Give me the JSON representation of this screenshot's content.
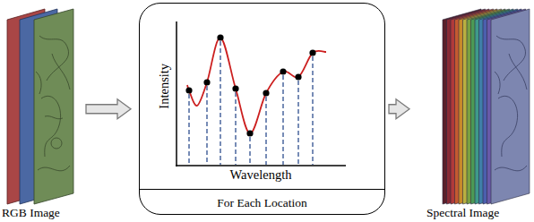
{
  "diagram": {
    "nodes": [
      {
        "text": [
          "RGB Image"
        ]
      },
      {
        "text": [
          "For Each Location"
        ]
      },
      {
        "text": [
          "Spectral Image"
        ]
      }
    ],
    "edges": [
      {
        "from": 0,
        "to": 1,
        "arrow": "to"
      },
      {
        "from": 1,
        "to": 2,
        "arrow": "to"
      }
    ],
    "labels": [
      "Intensity",
      "Wavelength"
    ]
  }
}
